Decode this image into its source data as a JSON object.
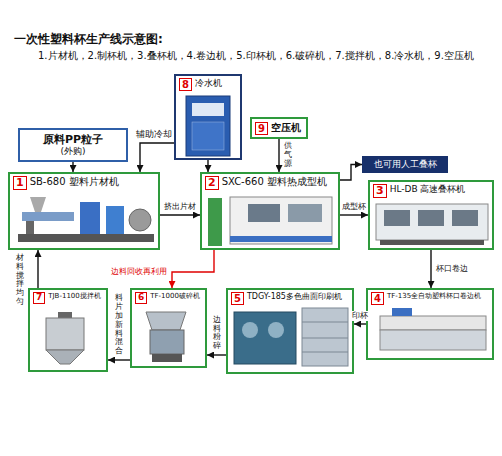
{
  "diagram": {
    "title": "一次性塑料杯生产线示意图:",
    "nodes": [
      {
        "text": [
          "原料PP粒子",
          "(外购)"
        ]
      },
      {
        "text": [
          "8",
          "冷水机"
        ]
      },
      {
        "text": [
          "9",
          "空压机"
        ]
      },
      {
        "text": [
          "1",
          "SB-680 塑料片材机"
        ]
      },
      {
        "text": [
          "2",
          "SXC-660 塑料热成型机"
        ]
      },
      {
        "text": [
          "也可用人工叠杯"
        ]
      },
      {
        "text": [
          "3",
          "HL-DB 高速叠杯机"
        ]
      },
      {
        "text": [
          "4",
          "TF-135全自动塑料杯口卷边机"
        ]
      },
      {
        "text": [
          "5",
          "TDGY-185多色曲面印刷机"
        ]
      },
      {
        "text": [
          "6",
          "TF-1000破碎机"
        ]
      },
      {
        "text": [
          "7",
          "TJB-1100搅拌机"
        ]
      }
    ],
    "edges": [
      {
        "from": 0,
        "to": 3,
        "arrow": "to"
      },
      {
        "from": 1,
        "to": 3,
        "label": "辅助冷却",
        "arrow": "to"
      },
      {
        "from": 1,
        "to": 4,
        "arrow": "to"
      },
      {
        "from": 2,
        "to": 4,
        "label": "供气源",
        "arrow": "to"
      },
      {
        "from": 3,
        "to": 4,
        "label": "挤出片材",
        "arrow": "to"
      },
      {
        "from": 4,
        "to": 5,
        "arrow": "to"
      },
      {
        "from": 4,
        "to": 6,
        "label": "成型杯",
        "arrow": "to"
      },
      {
        "from": 6,
        "to": 7,
        "label": "杯口卷边",
        "arrow": "to"
      },
      {
        "from": 7,
        "to": 8,
        "label": "印杯",
        "arrow": "to"
      },
      {
        "from": 4,
        "to": 9,
        "label": "边料回收再利用",
        "arrow": "to"
      },
      {
        "from": 8,
        "to": 9,
        "label": "边料粉碎",
        "arrow": "to"
      },
      {
        "from": 9,
        "to": 10,
        "label": "料片加新料混合",
        "arrow": "to"
      },
      {
        "from": 10,
        "to": 3,
        "label": "材料搅拌均匀",
        "arrow": "to"
      }
    ],
    "labels": [
      "1.片材机，2.制杯机，3.叠杯机，4.卷边机，5.印杯机，6.破碎机，7.搅拌机，8.冷水机，9.空压机"
    ]
  }
}
